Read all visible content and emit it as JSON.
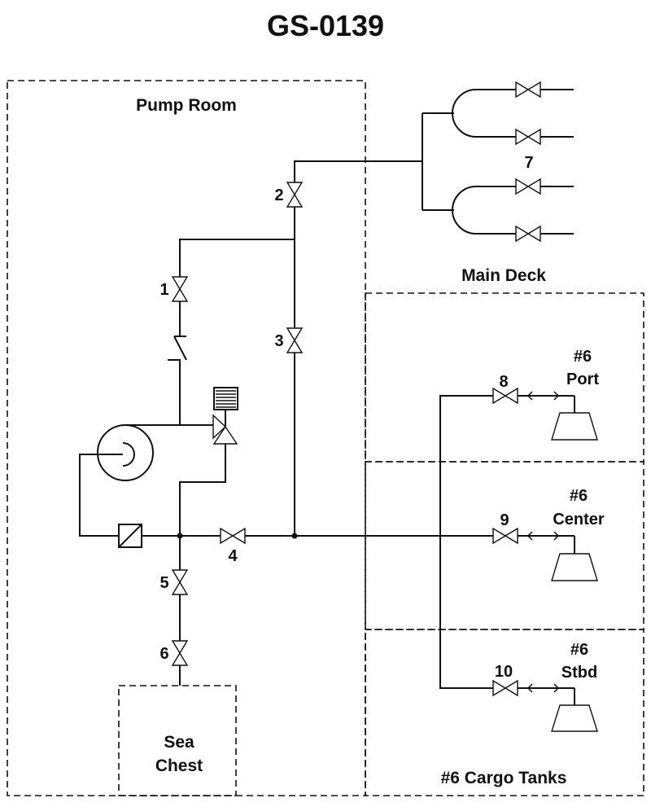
{
  "title": "GS-0139",
  "zones": {
    "pump_room": "Pump Room",
    "main_deck": "Main Deck",
    "cargo_tanks": "#6 Cargo Tanks",
    "sea_chest_line1": "Sea",
    "sea_chest_line2": "Chest"
  },
  "valves": {
    "v1": "1",
    "v2": "2",
    "v3": "3",
    "v4": "4",
    "v5": "5",
    "v6": "6",
    "v7": "7",
    "v8": "8",
    "v9": "9",
    "v10": "10"
  },
  "tanks": {
    "port": {
      "line1": "#6",
      "line2": "Port"
    },
    "center": {
      "line1": "#6",
      "line2": "Center"
    },
    "stbd": {
      "line1": "#6",
      "line2": "Stbd"
    }
  },
  "components": {
    "pump": "centrifugal-pump-icon",
    "strainer": "strainer-icon",
    "check_valve": "check-valve-icon",
    "relief_valve": "three-way-relief-valve-icon",
    "manifold": "manifold-icon",
    "suction_bellmouth": "bellmouth-icon"
  }
}
